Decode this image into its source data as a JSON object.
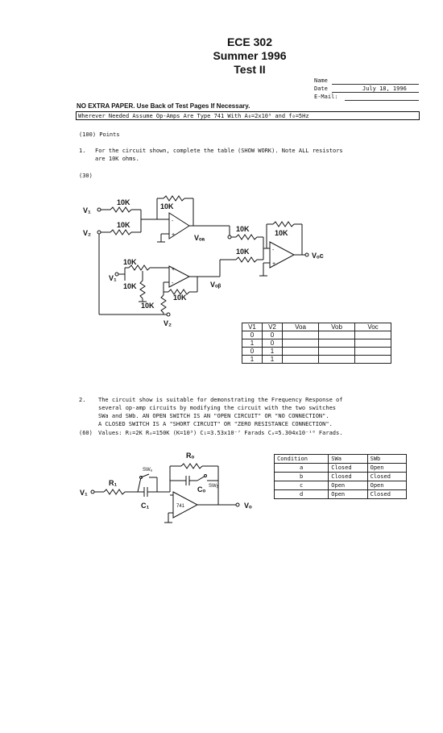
{
  "header": {
    "course": "ECE 302",
    "term": "Summer 1996",
    "test": "Test II",
    "name_label": "Name",
    "date_label": "Date",
    "date_value": "July 18, 1996",
    "email_label": "E-Mail:"
  },
  "notice": "NO EXTRA PAPER. Use Back of Test Pages If Necessary.",
  "assumption": "Wherever Needed Assume Op-Amps Are Type 741 With A₀=2x10⁵ and f₀=5Hz",
  "points": "(100) Points",
  "q1": {
    "number": "1.",
    "text_line1": "For the circuit shown, complete the table (SHOW WORK). Note ALL resistors",
    "text_line2": "are 10K ohms.",
    "points": "(30)",
    "circuit": {
      "v1": "V₁",
      "v2": "V₂",
      "res": "10K",
      "voa": "Vₒₐ",
      "vob": "Vₒᵦ",
      "voc": "Vₒc",
      "minus": "-",
      "plus": "+"
    },
    "table": {
      "headers": [
        "V1",
        "V2",
        "Voa",
        "Vob",
        "Voc"
      ],
      "rows": [
        [
          "0",
          "0"
        ],
        [
          "1",
          "0"
        ],
        [
          "0",
          "1"
        ],
        [
          "1",
          "1"
        ]
      ]
    }
  },
  "q2": {
    "number": "2.",
    "line1": "The circuit show is suitable for demonstrating the Frequency Response of",
    "line2": "several op-amp circuits by modifying the circuit with the two switches",
    "line3": "SWa and SWb. AN OPEN SWITCH IS AN \"OPEN CIRCUIT\" OR \"NO CONNECTION\".",
    "line4": "A CLOSED SWITCH IS A \"SHORT CIRCUIT\" OR \"ZERO RESISTANCE CONNECTION\".",
    "points": "(60)",
    "values": "Values: R₁=2K  Rₒ=150K (K=10³)  C₁=3.53x10⁻⁷ Farads Cₒ=5.304x10⁻¹⁰ Farads.",
    "circuit": {
      "rf": "Rₒ",
      "r1": "R₁",
      "c1": "C₁",
      "cf": "Cₒ",
      "swa": "SWₐ",
      "swb": "SWᵦ",
      "v1": "V₁",
      "vo": "Vₒ",
      "amp": "741"
    },
    "table": {
      "headers": [
        "Condition",
        "SWa",
        "SWb"
      ],
      "rows": [
        [
          "a",
          "Closed",
          "Open"
        ],
        [
          "b",
          "Closed",
          "Closed"
        ],
        [
          "c",
          "Open",
          "Open"
        ],
        [
          "d",
          "Open",
          "Closed"
        ]
      ]
    }
  }
}
